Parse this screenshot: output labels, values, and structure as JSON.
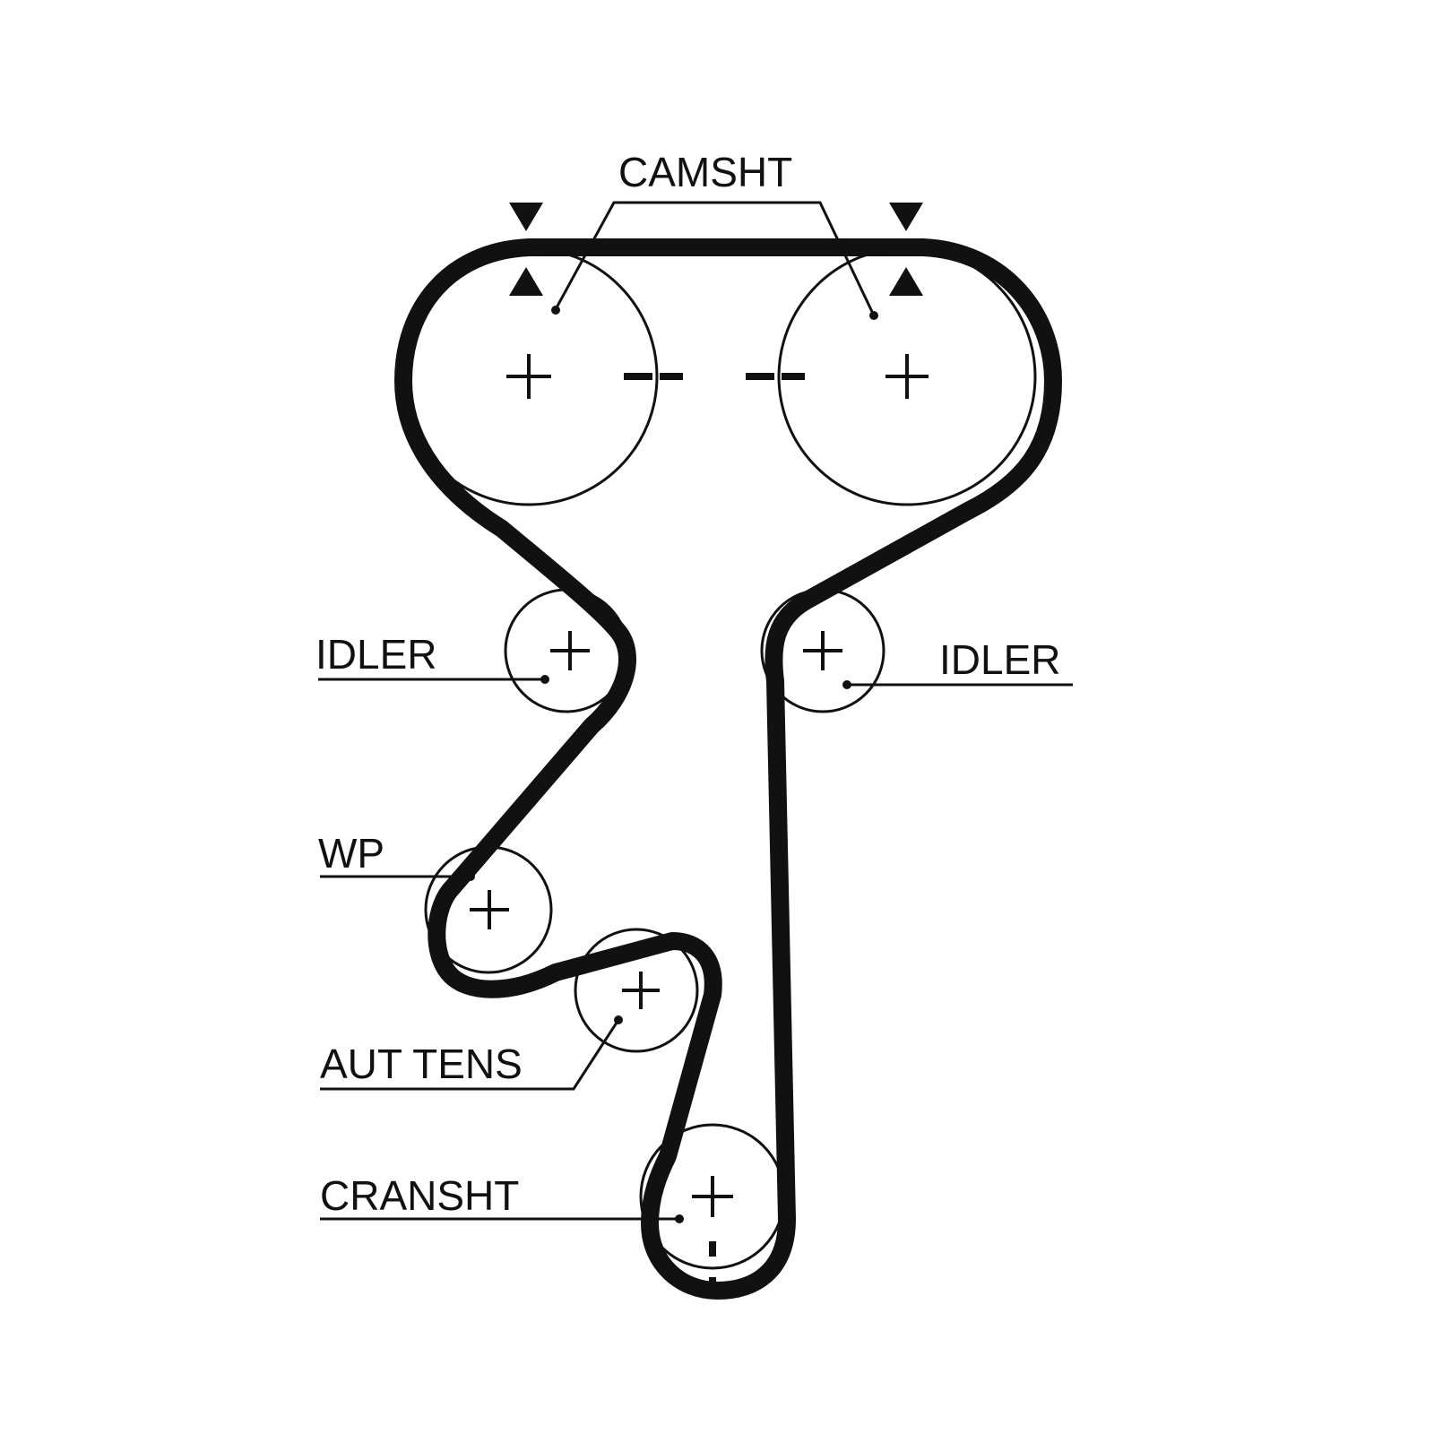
{
  "labels": {
    "camshaft": "CAMSHT",
    "idler_left": "IDLER",
    "idler_right": "IDLER",
    "water_pump": "WP",
    "tensioner": "AUT TENS",
    "crankshaft": "CRANSHT"
  },
  "colors": {
    "line": "#111111",
    "background": "#ffffff"
  }
}
